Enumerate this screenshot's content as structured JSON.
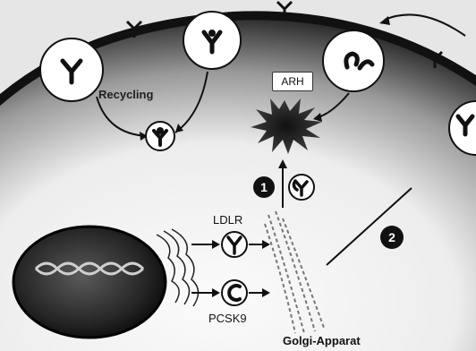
{
  "labels": {
    "recycling": "Recycling",
    "arh": "ARH",
    "ldlr": "LDLR",
    "pcsk9": "PCSK9",
    "golgi": "Golgi-Apparat"
  },
  "markers": {
    "step1": "1",
    "step2": "2"
  },
  "icons": {
    "receptor": "y-shaped-receptor-icon",
    "pcsk9": "c-shaped-pcsk9-icon"
  },
  "colors": {
    "background": "#d9d9d9",
    "membrane": "#111111",
    "cytoplasm": "#f4f4f4",
    "nucleus": "#1c1c1c",
    "marker": "#111111",
    "marker_text": "#ffffff"
  }
}
